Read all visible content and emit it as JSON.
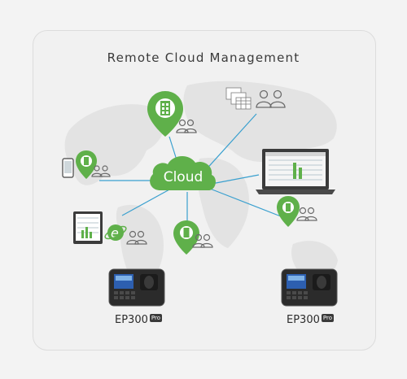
{
  "title": "Remote Cloud Management",
  "cloud_label": "Cloud",
  "devices": [
    {
      "model": "EP300",
      "badge": "Pro"
    },
    {
      "model": "EP300",
      "badge": "Pro"
    }
  ],
  "colors": {
    "accent_green": "#5fb04a",
    "line_blue": "#3aa0cf",
    "dark_device": "#2b2b2b"
  },
  "icons": [
    "building-pin-icon",
    "users-icon",
    "smartphone-icon",
    "table-icon",
    "laptop-icon",
    "monitor-icon",
    "browser-e-icon",
    "cloud-icon",
    "fingerprint-terminal-icon"
  ]
}
